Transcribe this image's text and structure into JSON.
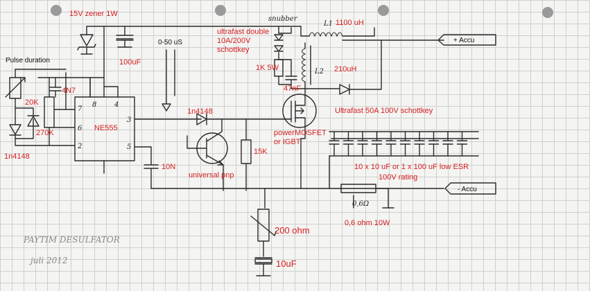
{
  "labels": {
    "zener": "15V zener  1W",
    "c100uf": "100uF",
    "pulse_range": "0-50 uS",
    "diode_double_1": "ultrafast double",
    "diode_double_2": "10A/200V",
    "diode_double_3": "schottkey",
    "l1": "1100 uH",
    "accu_plus": "+ Accu",
    "accu_minus": "- Accu",
    "r1k": "1K 5W",
    "l2": "210uH",
    "c47nf": "47nF",
    "pulse_duration": "Pulse duration",
    "c4n7": "4N7",
    "r20k": "20K",
    "r270k": "270K",
    "d1n4148_left": "1n4148",
    "ne555": "NE555",
    "d1n4148": "1n4148",
    "schottky50": "Ultrafast 50A 100V schottkey",
    "mosfet_1": "powerMOSFET",
    "mosfet_2": "or IGBT",
    "r15k": "15K",
    "c10n": "10N",
    "pnp": "universal pnp",
    "cap_bank": "10 x 10 uF or 1 x 100 uF low ESR",
    "rating": "100V rating",
    "shunt": "0,6 ohm 10W",
    "pot200": "200 ohm",
    "c10uf": "10uF"
  },
  "handwritten": {
    "snubber": "snubber",
    "l1": "L1",
    "l2": "L2",
    "pin7": "7",
    "pin8": "8",
    "pin4": "4",
    "pin6": "6",
    "pin2": "2",
    "pin3": "3",
    "pin5": "5",
    "shunt": "0,6Ω",
    "title": "PAYTIM DESULFATOR",
    "date": "juli 2012"
  }
}
